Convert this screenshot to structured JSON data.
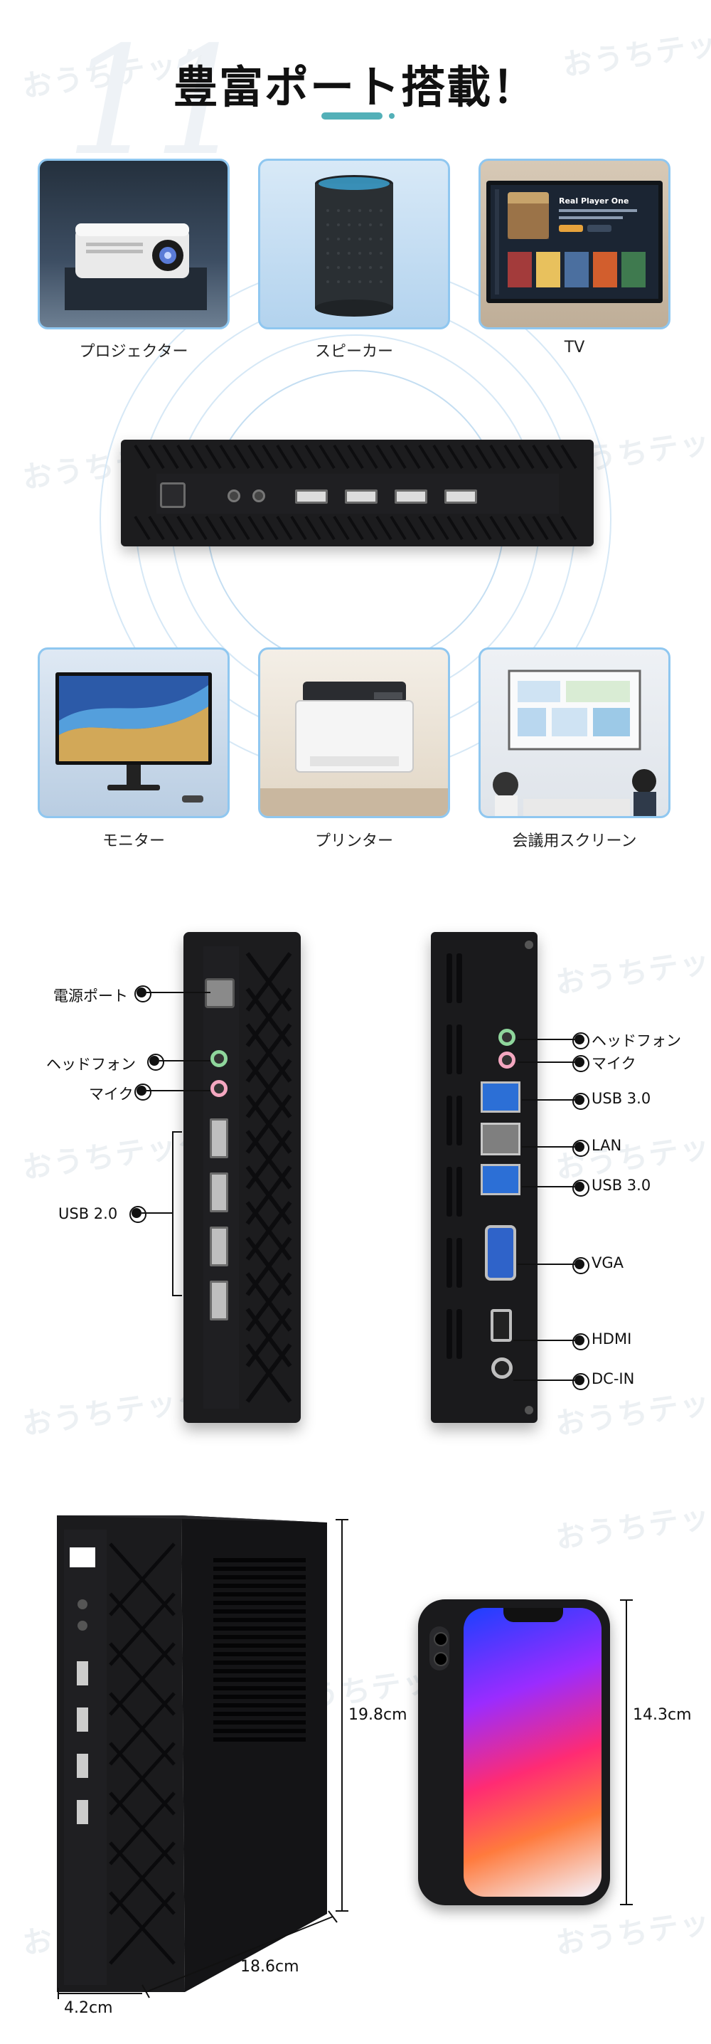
{
  "watermark": "おうちテック",
  "badge_number": "11",
  "title": "豊富ポート搭載！",
  "devices_top": [
    {
      "label": "プロジェクター"
    },
    {
      "label": "スピーカー"
    },
    {
      "label": "TV"
    }
  ],
  "devices_bottom": [
    {
      "label": "モニター"
    },
    {
      "label": "プリンター"
    },
    {
      "label": "会議用スクリーン"
    }
  ],
  "tv_screen": {
    "title": "Real Player One"
  },
  "front_ports": [
    {
      "label": "電源ポート"
    },
    {
      "label": "ヘッドフォン"
    },
    {
      "label": "マイク"
    },
    {
      "label": "USB 2.0"
    }
  ],
  "rear_ports": [
    {
      "label": "ヘッドフォン"
    },
    {
      "label": "マイク"
    },
    {
      "label": "USB 3.0"
    },
    {
      "label": "LAN"
    },
    {
      "label": "USB 3.0"
    },
    {
      "label": "VGA"
    },
    {
      "label": "HDMI"
    },
    {
      "label": "DC-IN"
    }
  ],
  "dimensions": {
    "pc_height": "19.8cm",
    "pc_depth": "18.6cm",
    "pc_width": "4.2cm",
    "phone_height": "14.3cm"
  },
  "colors": {
    "accent": "#53b0b8",
    "card_border": "#8fc7f0",
    "device_body": "#1c1c1e"
  }
}
